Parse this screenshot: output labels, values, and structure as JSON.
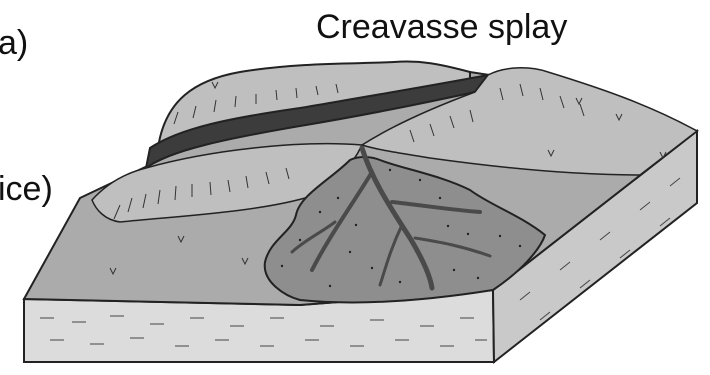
{
  "labels": {
    "title": "Creavasse splay",
    "left_top_fragment": "a)",
    "left_bottom_fragment": "ice)"
  },
  "colors": {
    "block_front": "#dcdcdc",
    "block_side": "#c9c9c9",
    "floodplain": "#ababab",
    "levee": "#bfbfbf",
    "channel": "#3c3c3c",
    "splay": "#8e8e8e",
    "splay_channels": "#4a4a4a",
    "outline": "#222222"
  }
}
